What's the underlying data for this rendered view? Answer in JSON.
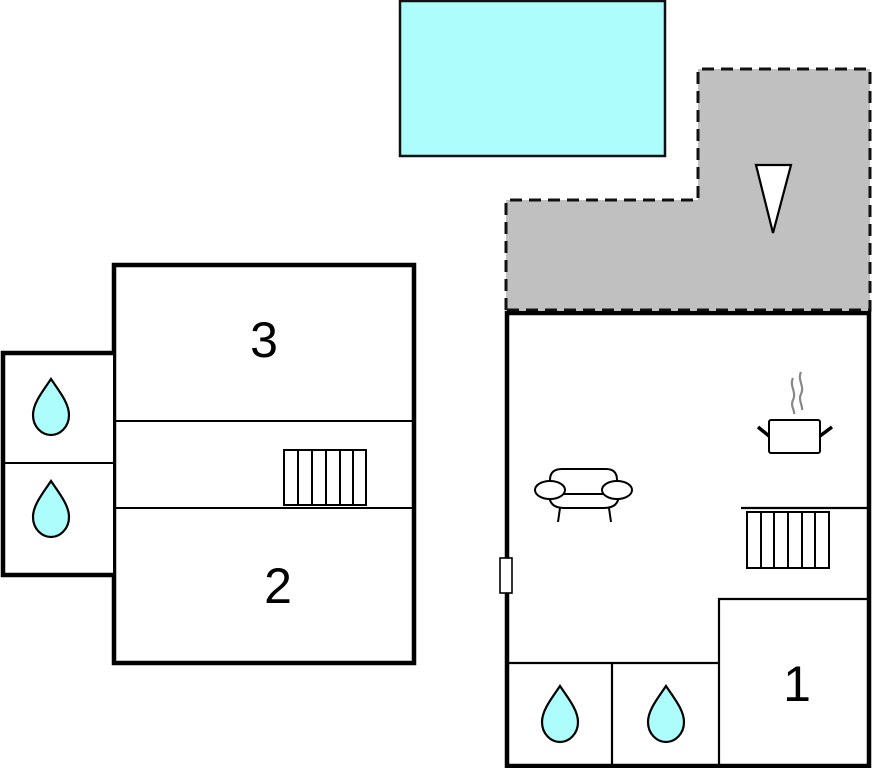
{
  "diagram": {
    "type": "floor-plan",
    "colors": {
      "pool": "#adfdfd",
      "terrace": "#c0c0c0",
      "water_drop": "#adfdfd",
      "wall": "#000000",
      "background": "#ffffff"
    },
    "areas": [
      {
        "id": "pool",
        "kind": "swimming-pool"
      },
      {
        "id": "terrace",
        "kind": "terrace",
        "icon": "sun-umbrella-icon"
      },
      {
        "id": "left-building",
        "kind": "building-floor"
      },
      {
        "id": "right-building",
        "kind": "building-floor"
      }
    ],
    "rooms": {
      "bedroom_1": {
        "label": "1"
      },
      "bedroom_2": {
        "label": "2"
      },
      "bedroom_3": {
        "label": "3"
      }
    },
    "icons": {
      "bathroom": "water-drop-icon",
      "living": "sofa-icon",
      "kitchen": "cooking-pot-icon",
      "stairs": "staircase-icon",
      "door": "door-icon",
      "terrace": "sun-umbrella-icon"
    }
  }
}
